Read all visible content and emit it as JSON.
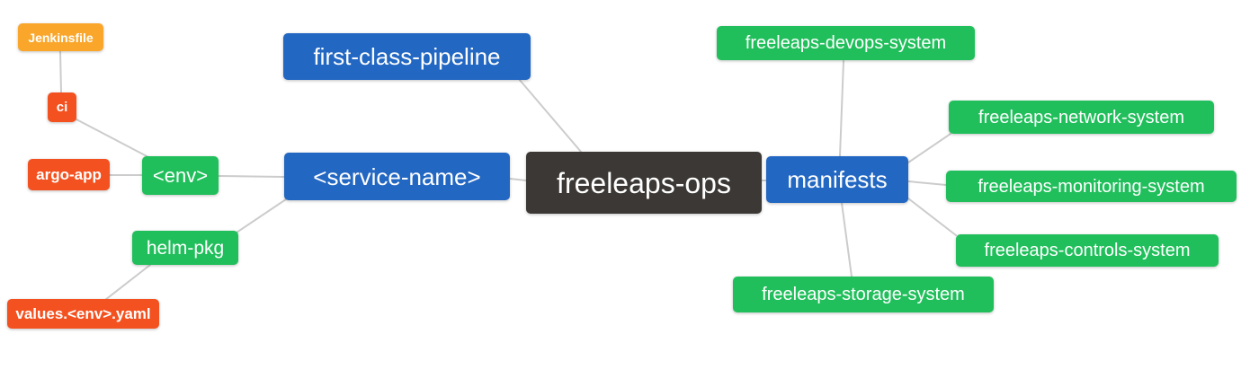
{
  "canvas": {
    "background": "#ffffff"
  },
  "colors": {
    "root_node": "#3c3835",
    "branch_node": "#2267c2",
    "leaf_green": "#20bf5b",
    "leaf_red": "#f3511f",
    "leaf_orange": "#f9a62a",
    "edge": "#cccccc",
    "text": "#ffffff"
  },
  "nodes": {
    "freeleaps_ops": {
      "label": "freeleaps-ops",
      "color": "#3c3835"
    },
    "first_class_pipeline": {
      "label": "first-class-pipeline",
      "color": "#2267c2"
    },
    "service_name": {
      "label": "<service-name>",
      "color": "#2267c2"
    },
    "manifests": {
      "label": "manifests",
      "color": "#2267c2"
    },
    "env": {
      "label": "<env>",
      "color": "#20bf5b"
    },
    "helm_pkg": {
      "label": "helm-pkg",
      "color": "#20bf5b"
    },
    "jenkinsfile": {
      "label": "Jenkinsfile",
      "color": "#f9a62a"
    },
    "ci": {
      "label": "ci",
      "color": "#f3511f"
    },
    "argo_app": {
      "label": "argo-app",
      "color": "#f3511f"
    },
    "values_env_yaml": {
      "label": "values.<env>.yaml",
      "color": "#f3511f"
    },
    "devops_system": {
      "label": "freeleaps-devops-system",
      "color": "#20bf5b"
    },
    "network_system": {
      "label": "freeleaps-network-system",
      "color": "#20bf5b"
    },
    "monitoring_system": {
      "label": "freeleaps-monitoring-system",
      "color": "#20bf5b"
    },
    "controls_system": {
      "label": "freeleaps-controls-system",
      "color": "#20bf5b"
    },
    "storage_system": {
      "label": "freeleaps-storage-system",
      "color": "#20bf5b"
    }
  },
  "edges": [
    {
      "from": "jenkinsfile",
      "to": "ci"
    },
    {
      "from": "ci",
      "to": "env"
    },
    {
      "from": "argo_app",
      "to": "env"
    },
    {
      "from": "env",
      "to": "service_name"
    },
    {
      "from": "service_name",
      "to": "helm_pkg"
    },
    {
      "from": "helm_pkg",
      "to": "values_env_yaml"
    },
    {
      "from": "first_class_pipeline",
      "to": "freeleaps_ops"
    },
    {
      "from": "service_name",
      "to": "freeleaps_ops"
    },
    {
      "from": "freeleaps_ops",
      "to": "manifests"
    },
    {
      "from": "manifests",
      "to": "devops_system"
    },
    {
      "from": "manifests",
      "to": "network_system"
    },
    {
      "from": "manifests",
      "to": "monitoring_system"
    },
    {
      "from": "manifests",
      "to": "controls_system"
    },
    {
      "from": "manifests",
      "to": "storage_system"
    }
  ]
}
